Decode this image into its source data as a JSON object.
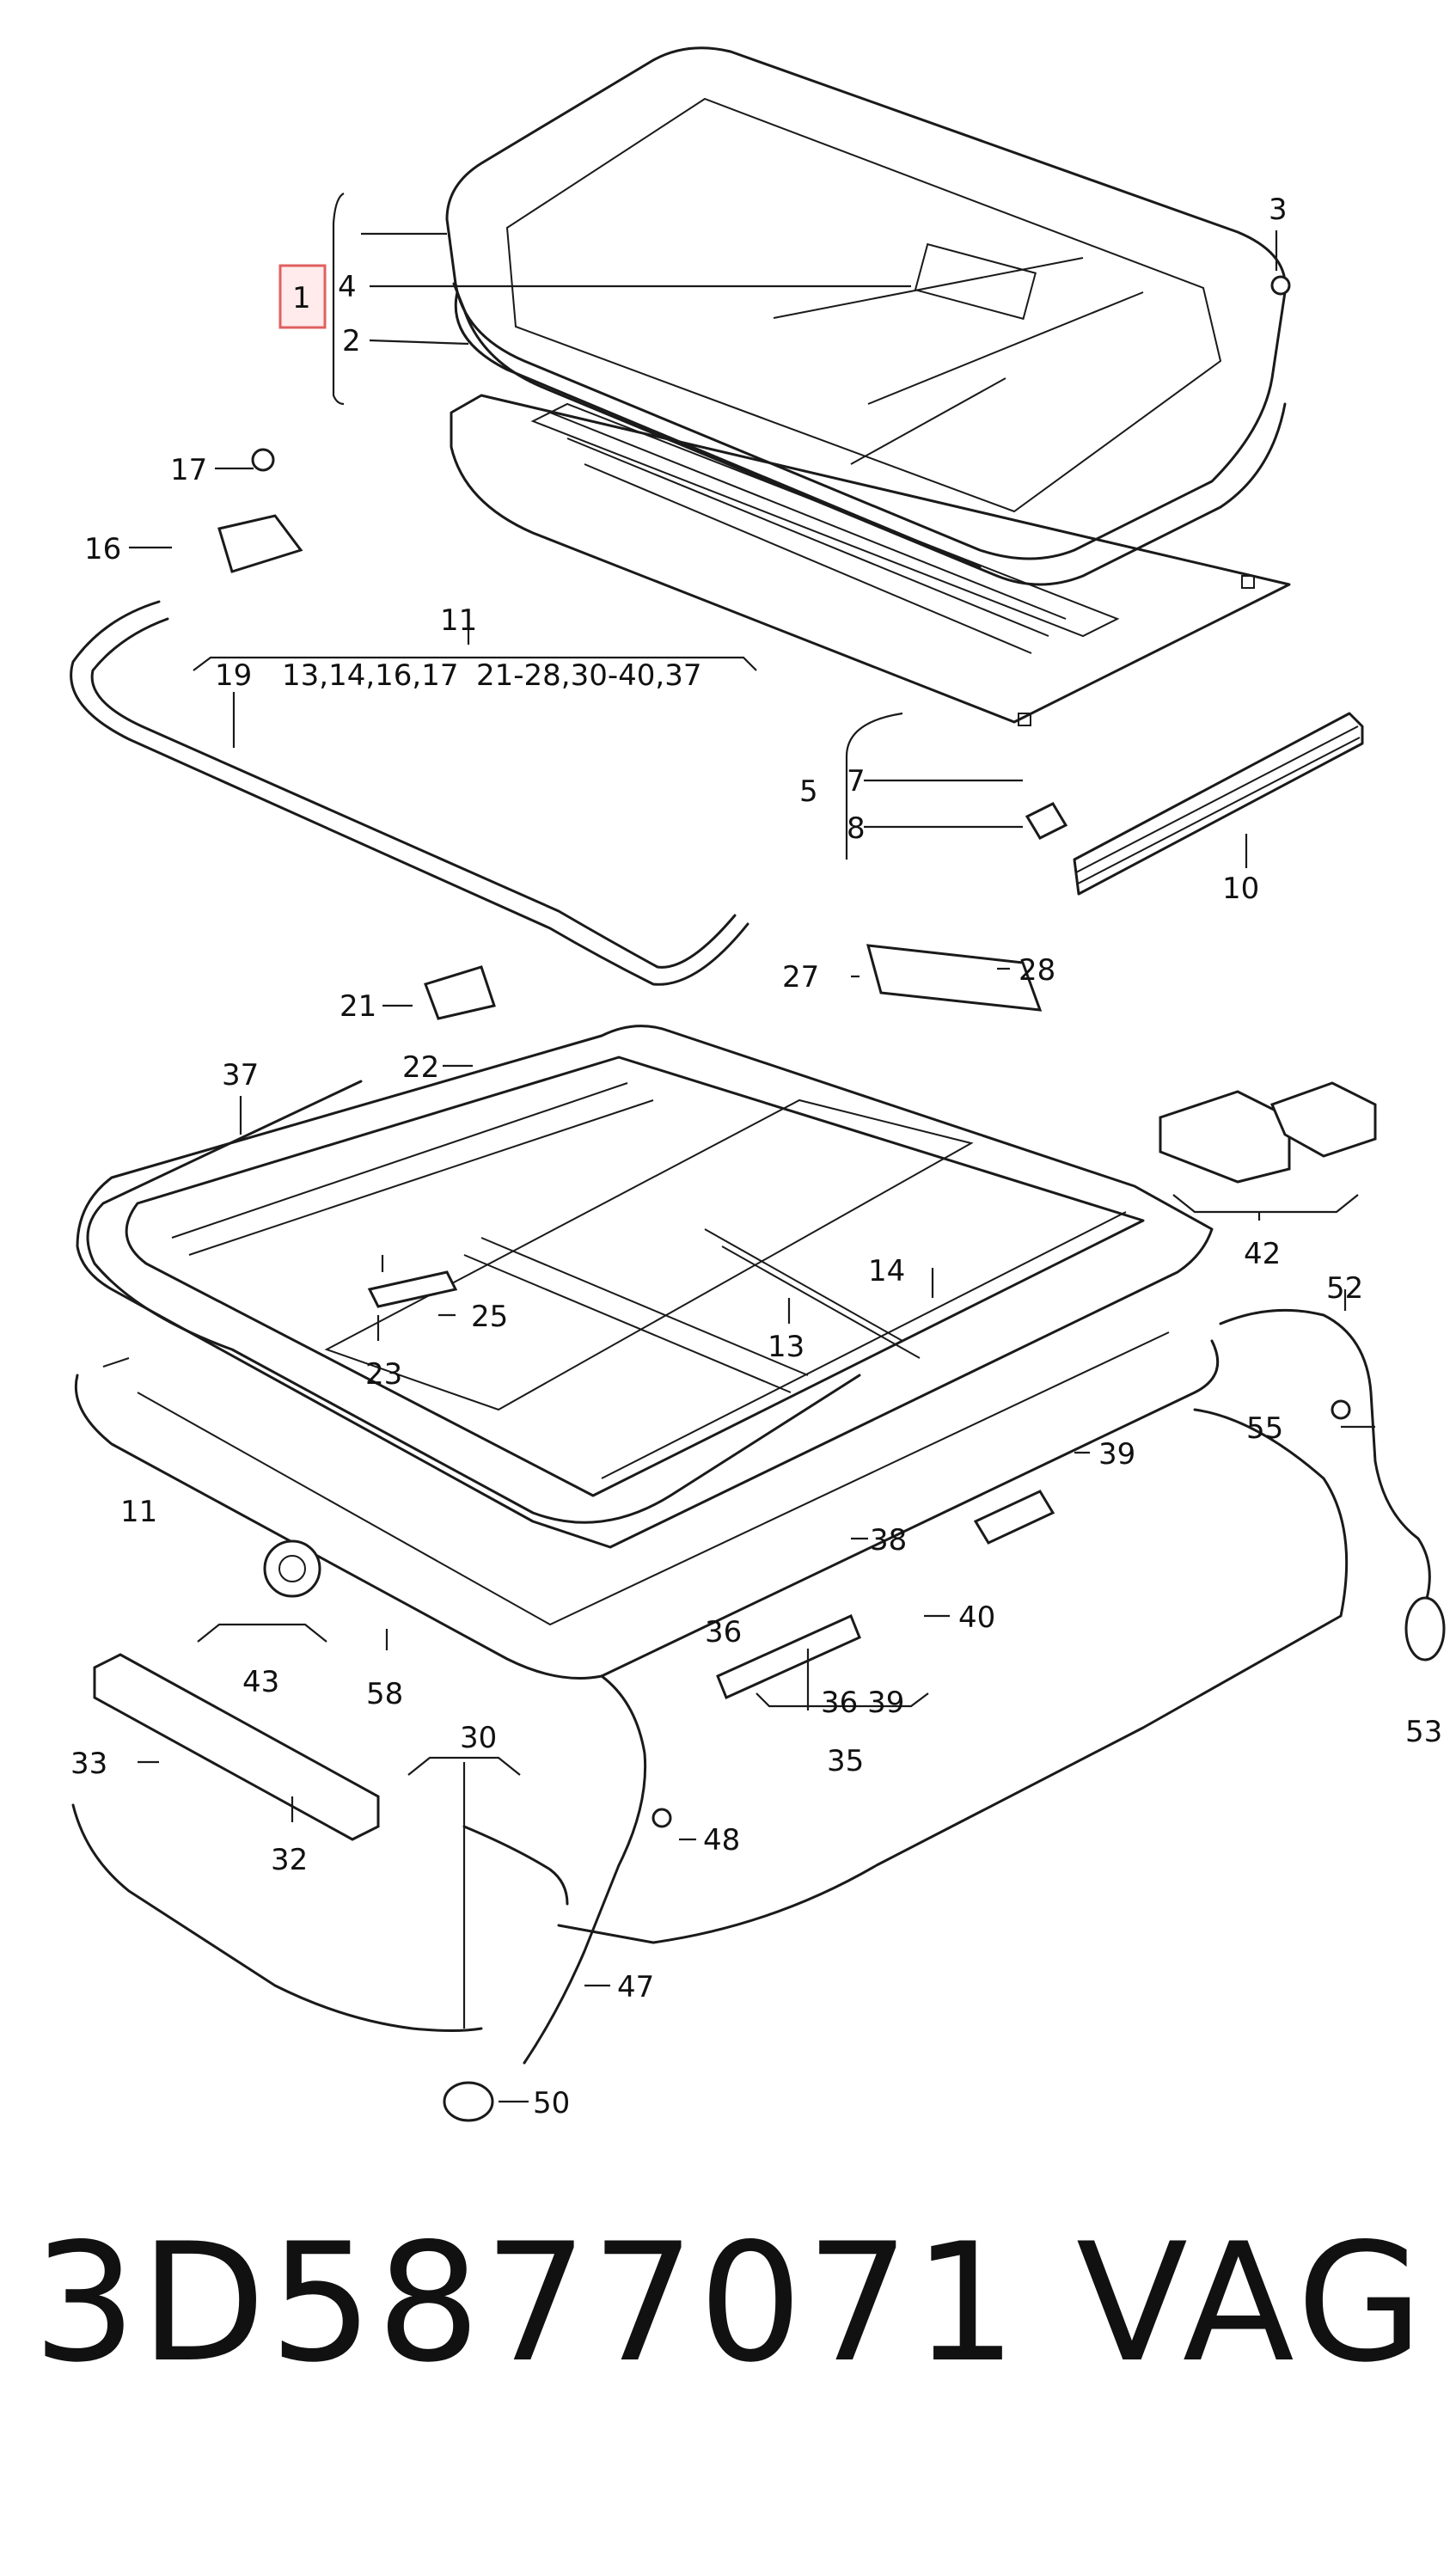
{
  "diagram": {
    "labels": {
      "l1": "1",
      "l2": "2",
      "l3": "3",
      "l4": "4",
      "l5": "5",
      "l7": "7",
      "l8": "8",
      "l10": "10",
      "l11_top": "11",
      "l11_bottom": "11",
      "l13": "13",
      "l14": "14",
      "l16": "16",
      "l17": "17",
      "l19": "19",
      "l21": "21",
      "l22": "22",
      "l23": "23",
      "l25": "25",
      "l27": "27",
      "l28": "28",
      "l30": "30",
      "l32": "32",
      "l33": "33",
      "l35": "35",
      "l36": "36",
      "l36_39": "36 39",
      "l37": "37",
      "l38": "38",
      "l39": "39",
      "l40": "40",
      "l42": "42",
      "l43": "43",
      "l47": "47",
      "l48": "48",
      "l50": "50",
      "l52": "52",
      "l53": "53",
      "l55": "55",
      "l58": "58",
      "group_a": "13,14,16,17",
      "group_b": "21-28,30-40,37"
    }
  },
  "footer": {
    "part_number": "3D5877071",
    "maker": "VAG"
  }
}
